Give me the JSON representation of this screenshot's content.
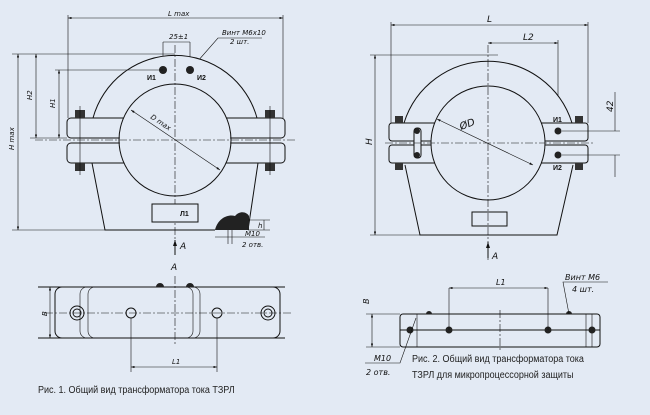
{
  "figure1": {
    "caption": "Рис. 1. Общий вид трансформатора тока ТЗРЛ",
    "dims": {
      "l_max": "L max",
      "spacing": "25±1",
      "h_max": "H max",
      "h2": "H2",
      "h1": "H1",
      "d_max": "D max",
      "h": "h",
      "l1": "L1",
      "b": "B"
    },
    "screw_note": {
      "line1": "Винт М6х10",
      "line2": "2 шт."
    },
    "hole_note": {
      "line1": "М10",
      "line2": "2 отв."
    },
    "terminals": [
      "И1",
      "И2"
    ],
    "plate_label": "Л1",
    "view_label": "A",
    "view_label_bottom": "A"
  },
  "figure2": {
    "caption_line1": "Рис. 2. Общий вид трансформатора тока",
    "caption_line2": "ТЗРЛ для микропроцессорной защиты",
    "dims": {
      "l": "L",
      "l2": "L2",
      "h": "H",
      "d": "ØD",
      "d42": "42",
      "l1": "L1",
      "b": "B"
    },
    "screw_note": {
      "line1": "Винт М6",
      "line2": "4 шт."
    },
    "hole_note": {
      "line1": "М10",
      "line2": "2 отв."
    },
    "terminals": [
      "И1",
      "И2"
    ],
    "view_label": "A"
  }
}
